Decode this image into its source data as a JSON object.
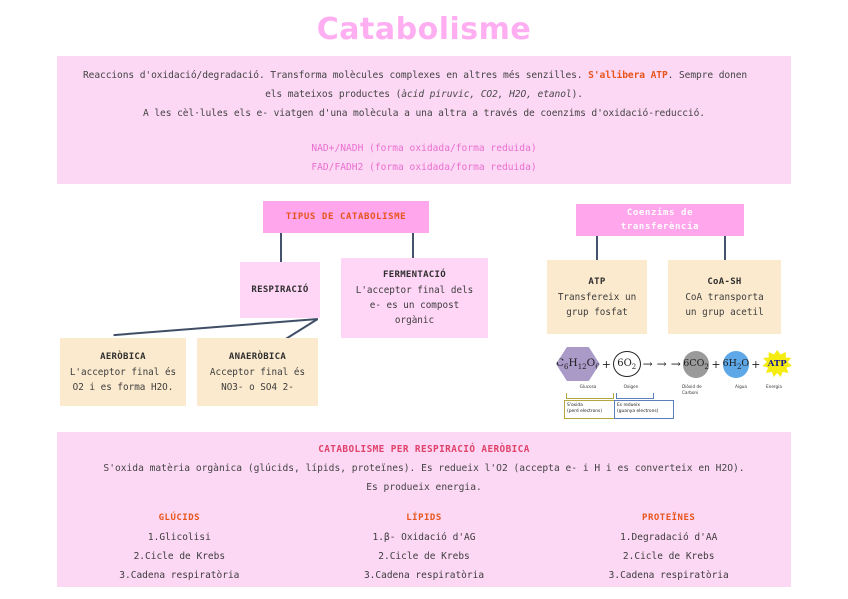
{
  "title": "Catabolisme",
  "intro": {
    "line1_a": "Reaccions d'oxidació/degradació. Transforma molècules complexes en altres més senzilles. ",
    "line1_hl": "S'allibera ATP",
    "line1_b": ". Sempre donen",
    "line2_a": "els mateixos productes (",
    "line2_ital": "àcid piruvic, CO2, H2O, etanol",
    "line2_b": ").",
    "line3": "A les cèl·lules els e- viatgen d'una molècula a una altra a través de coenzims d'oxidació-reducció.",
    "coenzyme1": "NAD+/NADH (forma oxidada/forma reduida)",
    "coenzyme2": "FAD/FADH2 (forma oxidada/forma reduida)"
  },
  "types": {
    "header": "TIPUS DE CATABOLISME",
    "respiracio": {
      "title": "RESPIRACIÓ"
    },
    "fermentacio": {
      "title": "FERMENTACIÓ",
      "l1": "L'acceptor final dels",
      "l2": "e- es un compost",
      "l3": "orgànic"
    },
    "aerobica": {
      "title": "AERÒBICA",
      "l1": "L'acceptor final és",
      "l2": "O2 i es forma H2O."
    },
    "anaerobica": {
      "title": "ANAERÒBICA",
      "l1": "Acceptor final és",
      "l2": "NO3- o SO4 2-"
    }
  },
  "coenzymes": {
    "header_l1": "Coenzims de",
    "header_l2": "transferència",
    "atp": {
      "title": "ATP",
      "l1": "Transfereix un",
      "l2": "grup fosfat"
    },
    "coash": {
      "title": "CoA-SH",
      "l1": "CoA transporta",
      "l2": "un grup acetil"
    }
  },
  "equation": {
    "glucose": "C6H12O6",
    "glucose_main": "C",
    "plus1": "+",
    "o2": "6O2",
    "arrow1": "→",
    "arrow2": "→",
    "arrow3": "→",
    "co2": "6CO2",
    "plus2": "+",
    "h2o": "6H2O",
    "plus3": "+",
    "atp": "ATP",
    "label_glucose": "Glucosa",
    "label_o2": "Oxigen",
    "label_co2": "Diòxid de Carboni",
    "label_h2o": "Aigua",
    "label_atp": "Energia",
    "note_oxid_l1": "S'oxida",
    "note_oxid_l2": "(perd electrons)",
    "note_red_l1": "Es redueix",
    "note_red_l2": "(guanya electrons)"
  },
  "bottom": {
    "header": "CATABOLISME PER RESPIRACIÓ AERÒBICA",
    "line1": "S'oxida matèria orgànica (glúcids, lípids, proteïnes). Es redueix l'O2 (accepta e- i H i es converteix en H2O).",
    "line2": "Es produeix energia.",
    "columns": [
      {
        "head": "GLÚCIDS",
        "items": [
          "1.Glicolisi",
          "2.Cicle de Krebs",
          "3.Cadena respiratòria"
        ]
      },
      {
        "head": "LÍPIDS",
        "items": [
          "1.β- Oxidació d'AG",
          "2.Cicle de Krebs",
          "3.Cadena respiratòria"
        ]
      },
      {
        "head": "PROTEÏNES",
        "items": [
          "1.Degradació d'AA",
          "2.Cicle de Krebs",
          "3.Cadena respiratòria"
        ]
      }
    ]
  },
  "colors": {
    "title_pink": "#ffaef2",
    "panel_pink": "#fcd8f5",
    "chip_pink": "#ffa6ec",
    "box_pink": "#ffd6f6",
    "box_cream": "#fbeace",
    "accent_orange": "#e8551c",
    "accent_rose": "#e0426a",
    "coenzyme_text": "#e96fce",
    "connector_navy": "#44536b"
  }
}
